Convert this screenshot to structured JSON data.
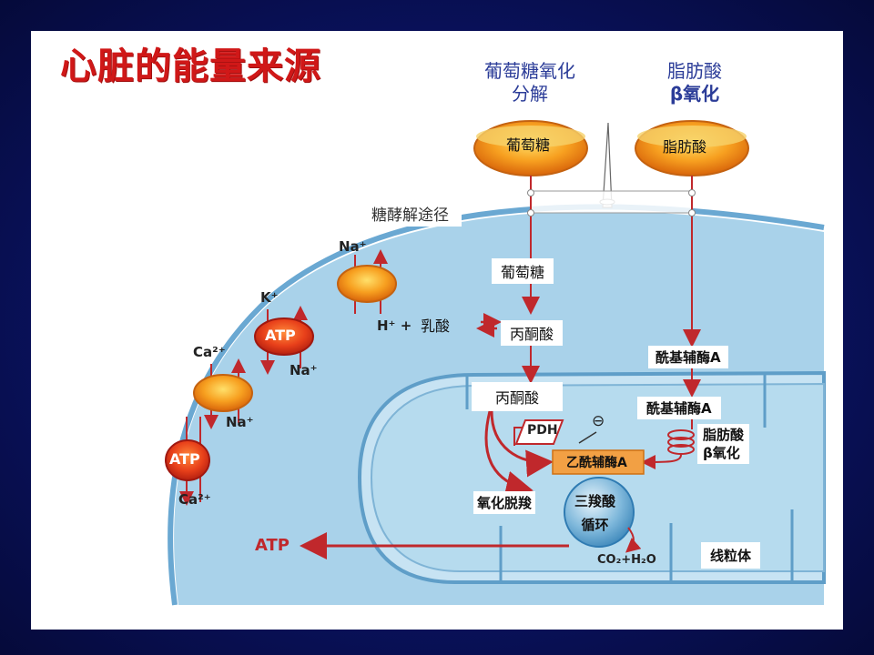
{
  "title": "心脏的能量来源",
  "labels": {
    "glucose_oxidation_l1": "葡萄糖氧化",
    "glucose_oxidation_l2": "分解",
    "fatty_acid_l1": "脂肪酸",
    "fatty_acid_l2": "β氧化",
    "glucose_cap": "葡萄糖",
    "fatty_acid_cap": "脂肪酸",
    "glycolysis": "糖酵解途径",
    "glucose_cell": "葡萄糖",
    "lactate": "乳酸",
    "pyruvate_cyto": "丙酮酸",
    "acyl_coa_cyto": "酰基辅酶A",
    "pyruvate_mito": "丙酮酸",
    "acyl_coa_mito": "酰基辅酶A",
    "pdh": "PDH",
    "inhibit": "⊖",
    "acetyl_coa": "乙酰辅酶A",
    "fa_beta_l1": "脂肪酸",
    "fa_beta_l2": "β氧化",
    "oxidative_decarb": "氧化脱羧",
    "tca_l1": "三羧酸",
    "tca_l2": "循环",
    "co2_h2o": "CO₂+H₂O",
    "mitochondria": "线粒体",
    "atp": "ATP",
    "h_plus": "H⁺ +",
    "na_plus": "Na⁺",
    "k_plus": "K⁺",
    "ca_2plus": "Ca²⁺"
  },
  "colors": {
    "title": "#d01818",
    "heading": "#2b3c98",
    "cell": "#a9d2ea",
    "membrane": "#5f9ec8",
    "arrow": "#c0282c",
    "channel": "#f08c14"
  }
}
